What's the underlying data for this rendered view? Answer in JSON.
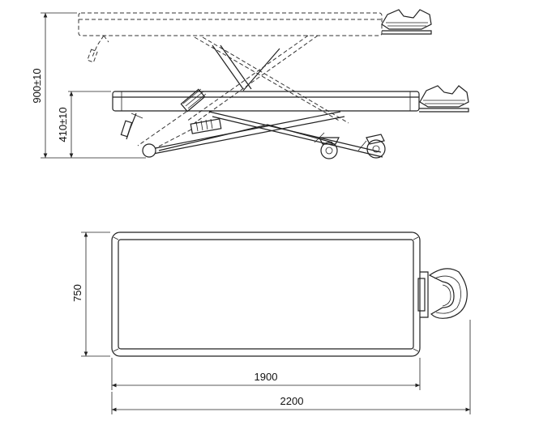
{
  "dimensions": {
    "total_height": "900±10",
    "lowered_height": "410±10",
    "width": "750",
    "table_length": "1900",
    "total_length": "2200"
  },
  "colors": {
    "line": "#222222",
    "background": "#ffffff"
  }
}
